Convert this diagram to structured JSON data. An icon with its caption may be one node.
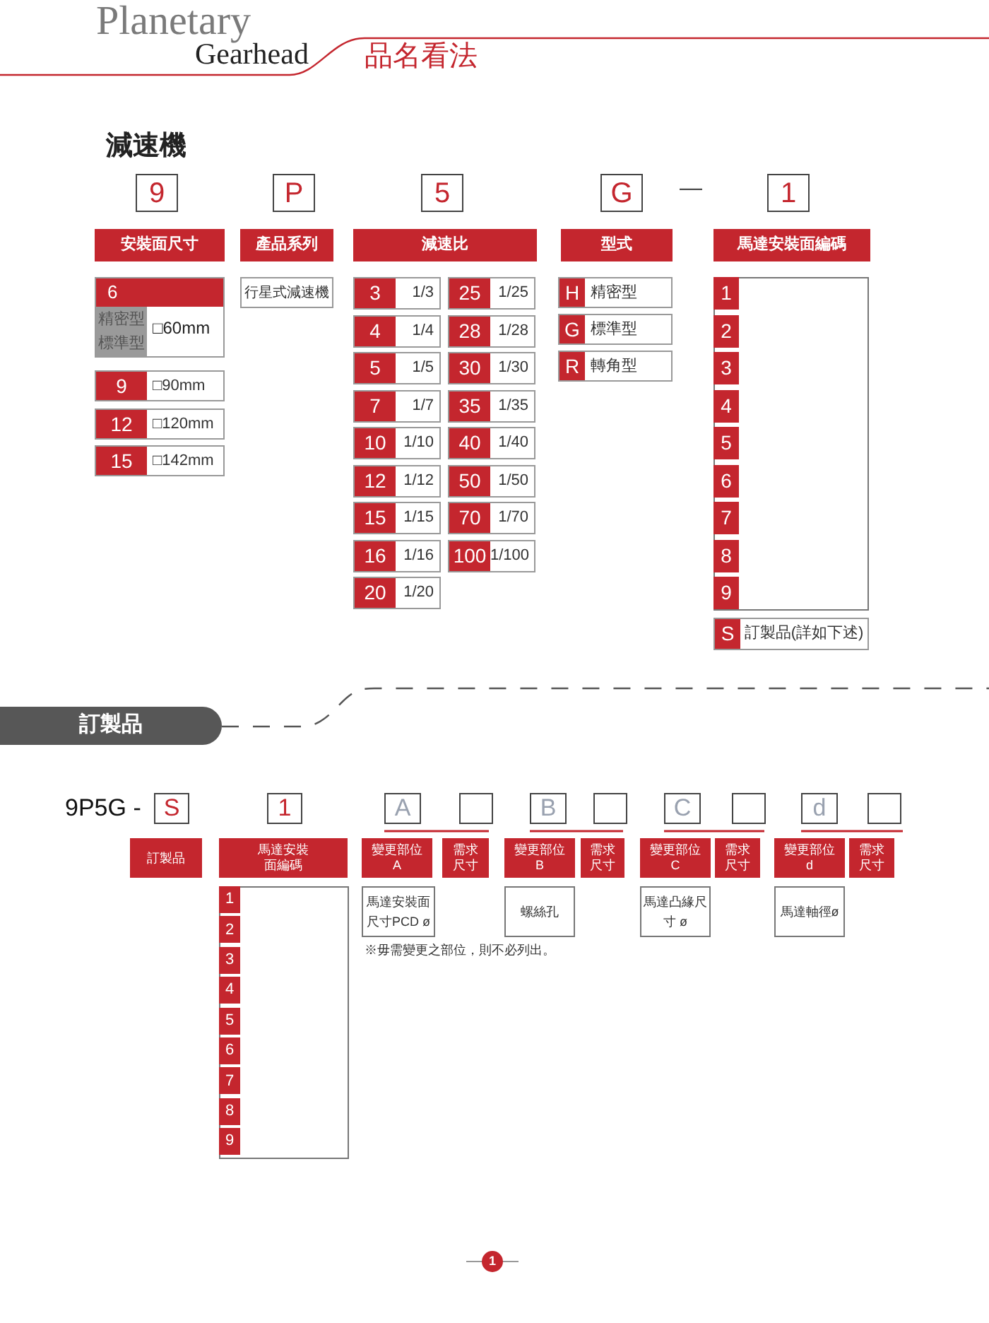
{
  "diagram": {
    "title": "品名看法",
    "nodes": [
      {
        "text": [
          "9"
        ]
      },
      {
        "text": [
          "P"
        ]
      },
      {
        "text": [
          "5"
        ]
      },
      {
        "text": [
          "G"
        ]
      },
      {
        "text": [
          "1"
        ]
      },
      {
        "text": [
          "安裝面尺寸"
        ]
      },
      {
        "text": [
          "產品系列"
        ]
      },
      {
        "text": [
          "減速比"
        ]
      },
      {
        "text": [
          "型式"
        ]
      },
      {
        "text": [
          "馬達安裝面編碼"
        ]
      },
      {
        "text": [
          "6",
          "精密型",
          "標準型",
          "□60mm"
        ]
      },
      {
        "text": [
          "9",
          "□90mm"
        ]
      },
      {
        "text": [
          "12",
          "□120mm"
        ]
      },
      {
        "text": [
          "15",
          "□142mm"
        ]
      },
      {
        "text": [
          "行星式減速機"
        ]
      },
      {
        "text": [
          "3",
          "1/3"
        ]
      },
      {
        "text": [
          "4",
          "1/4"
        ]
      },
      {
        "text": [
          "5",
          "1/5"
        ]
      },
      {
        "text": [
          "7",
          "1/7"
        ]
      },
      {
        "text": [
          "10",
          "1/10"
        ]
      },
      {
        "text": [
          "12",
          "1/12"
        ]
      },
      {
        "text": [
          "15",
          "1/15"
        ]
      },
      {
        "text": [
          "16",
          "1/16"
        ]
      },
      {
        "text": [
          "20",
          "1/20"
        ]
      },
      {
        "text": [
          "25",
          "1/25"
        ]
      },
      {
        "text": [
          "28",
          "1/28"
        ]
      },
      {
        "text": [
          "30",
          "1/30"
        ]
      },
      {
        "text": [
          "35",
          "1/35"
        ]
      },
      {
        "text": [
          "40",
          "1/40"
        ]
      },
      {
        "text": [
          "50",
          "1/50"
        ]
      },
      {
        "text": [
          "70",
          "1/70"
        ]
      },
      {
        "text": [
          "100",
          "1/100"
        ]
      },
      {
        "text": [
          "H",
          "精密型"
        ]
      },
      {
        "text": [
          "G",
          "標準型"
        ]
      },
      {
        "text": [
          "R",
          "轉角型"
        ]
      },
      {
        "text": [],
        "shape": "box"
      },
      {
        "text": [
          "1"
        ],
        "in": 35
      },
      {
        "text": [
          "2"
        ],
        "in": 35
      },
      {
        "text": [
          "3"
        ],
        "in": 35
      },
      {
        "text": [
          "4"
        ],
        "in": 35
      },
      {
        "text": [
          "5"
        ],
        "in": 35
      },
      {
        "text": [
          "6"
        ],
        "in": 35
      },
      {
        "text": [
          "7"
        ],
        "in": 35
      },
      {
        "text": [
          "8"
        ],
        "in": 35
      },
      {
        "text": [
          "9"
        ],
        "in": 35
      },
      {
        "text": [
          "S",
          "訂製品(詳如下述)"
        ]
      },
      {
        "text": [
          "訂製品"
        ]
      },
      {
        "text": [
          "S"
        ]
      },
      {
        "text": [
          "1"
        ]
      },
      {
        "text": [
          "A"
        ]
      },
      {
        "text": [],
        "shape": "box"
      },
      {
        "text": [
          "B"
        ]
      },
      {
        "text": [],
        "shape": "box"
      },
      {
        "text": [
          "C"
        ]
      },
      {
        "text": [],
        "shape": "box"
      },
      {
        "text": [
          "d"
        ]
      },
      {
        "text": [],
        "shape": "box"
      },
      {
        "text": [
          "訂製品"
        ]
      },
      {
        "text": [
          "馬達安裝面編碼"
        ]
      },
      {
        "text": [
          "變更部位 A"
        ]
      },
      {
        "text": [
          "需求尺寸"
        ]
      },
      {
        "text": [
          "變更部位 B"
        ]
      },
      {
        "text": [
          "需求尺寸"
        ]
      },
      {
        "text": [
          "變更部位 C"
        ]
      },
      {
        "text": [
          "需求尺寸"
        ]
      },
      {
        "text": [
          "變更部位 d"
        ]
      },
      {
        "text": [
          "需求尺寸"
        ]
      },
      {
        "text": [],
        "shape": "box"
      },
      {
        "text": [
          "1"
        ],
        "in": 67
      },
      {
        "text": [
          "2"
        ],
        "in": 67
      },
      {
        "text": [
          "3"
        ],
        "in": 67
      },
      {
        "text": [
          "4"
        ],
        "in": 67
      },
      {
        "text": [
          "5"
        ],
        "in": 67
      },
      {
        "text": [
          "6"
        ],
        "in": 67
      },
      {
        "text": [
          "7"
        ],
        "in": 67
      },
      {
        "text": [
          "8"
        ],
        "in": 67
      },
      {
        "text": [
          "9"
        ],
        "in": 67
      },
      {
        "text": [
          "馬達安裝面尺寸PCD ø"
        ]
      },
      {
        "text": [
          "螺絲孔"
        ]
      },
      {
        "text": [
          "馬達凸緣尺寸 ø"
        ]
      },
      {
        "text": [
          "馬達軸徑ø"
        ]
      },
      {
        "text": [
          "1"
        ]
      }
    ],
    "labels": [
      "Planetary",
      "Gearhead",
      "減速機",
      "—",
      "9P5G -",
      "※毋需變更之部位，則不必列出。"
    ]
  }
}
